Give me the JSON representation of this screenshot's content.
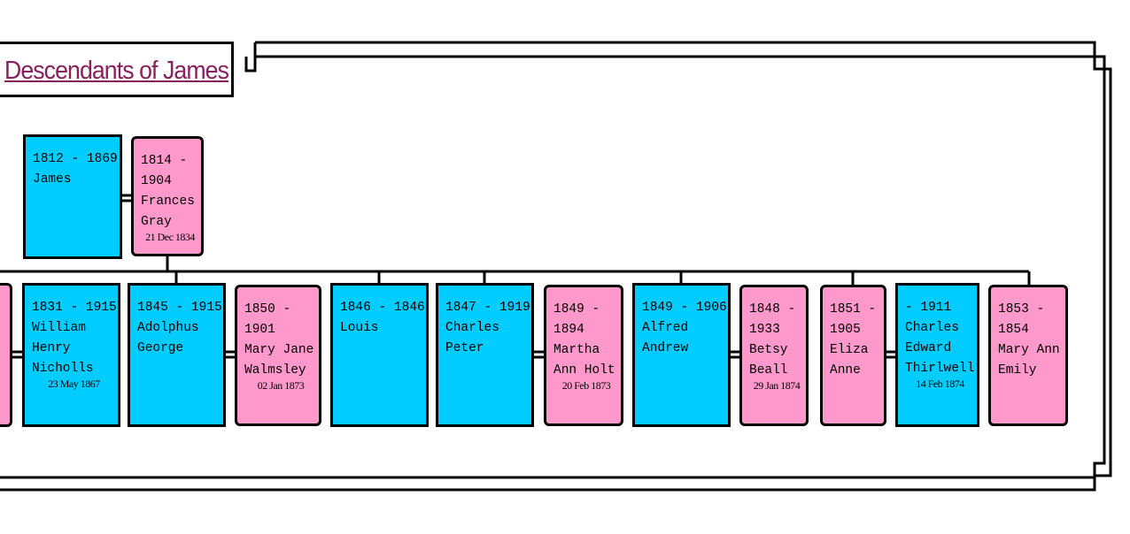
{
  "title": "Descendants of James",
  "colors": {
    "male": "#00ccff",
    "female": "#ff99cc",
    "title": "#8a1f5e"
  },
  "parents": [
    {
      "id": "p-james",
      "sex": "male",
      "lines": [
        "1812 - 1869",
        "James"
      ],
      "marriage": ""
    },
    {
      "id": "p-frances",
      "sex": "female",
      "lines": [
        "1814 -",
        "1904",
        "Frances",
        "Gray"
      ],
      "marriage": "21 Dec 1834"
    }
  ],
  "children": [
    {
      "id": "c0",
      "sex": "female",
      "lines": [],
      "marriage": ""
    },
    {
      "id": "c1",
      "sex": "male",
      "lines": [
        "1831 - 1915",
        "William",
        "Henry",
        "Nicholls"
      ],
      "marriage": "23 May 1867"
    },
    {
      "id": "c2",
      "sex": "male",
      "lines": [
        "1845 - 1915",
        "Adolphus",
        "George"
      ],
      "marriage": ""
    },
    {
      "id": "c3",
      "sex": "female",
      "lines": [
        "1850 -",
        "1901",
        "Mary Jane",
        "Walmsley"
      ],
      "marriage": "02 Jan 1873"
    },
    {
      "id": "c4",
      "sex": "male",
      "lines": [
        "1846 - 1846",
        "Louis"
      ],
      "marriage": ""
    },
    {
      "id": "c5",
      "sex": "male",
      "lines": [
        "1847 - 1919",
        "Charles",
        "Peter"
      ],
      "marriage": ""
    },
    {
      "id": "c6",
      "sex": "female",
      "lines": [
        "1849 -",
        "1894",
        "Martha",
        "Ann Holt"
      ],
      "marriage": "20 Feb 1873"
    },
    {
      "id": "c7",
      "sex": "male",
      "lines": [
        "1849 - 1906",
        "Alfred",
        "Andrew"
      ],
      "marriage": ""
    },
    {
      "id": "c8",
      "sex": "female",
      "lines": [
        "1848 -",
        "1933",
        "Betsy",
        "Beall"
      ],
      "marriage": "29 Jan 1874"
    },
    {
      "id": "c9",
      "sex": "female",
      "lines": [
        "1851 -",
        "1905",
        "Eliza",
        "Anne"
      ],
      "marriage": ""
    },
    {
      "id": "c10",
      "sex": "male",
      "lines": [
        "- 1911",
        "Charles",
        "Edward",
        "Thirlwell"
      ],
      "marriage": "14 Feb 1874"
    },
    {
      "id": "c11",
      "sex": "female",
      "lines": [
        "1853 -",
        "1854",
        "Mary Ann",
        "Emily"
      ],
      "marriage": ""
    }
  ]
}
